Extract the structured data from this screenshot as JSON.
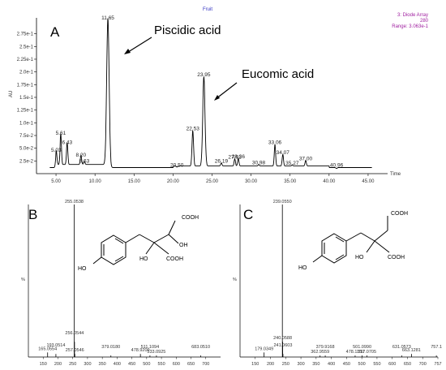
{
  "header": {
    "title": "Fruit",
    "info1": "3: Diode Array",
    "info2": "280",
    "info3": "Range: 3.063e-1"
  },
  "panels": {
    "a": "A",
    "b": "B",
    "c": "C"
  },
  "annotations": {
    "piscidic": "Piscidic acid",
    "eucomic": "Eucomic acid"
  },
  "chem": {
    "cooh": "COOH",
    "ho": "HO",
    "oh": "OH"
  },
  "chart_data": [
    {
      "type": "line",
      "ylabel": "AU",
      "xlabel": "Time",
      "xlim": [
        2.5,
        47.5
      ],
      "ylim": [
        0,
        0.3063
      ],
      "xticks": [
        5.0,
        10.0,
        15.0,
        20.0,
        25.0,
        30.0,
        35.0,
        40.0,
        45.0
      ],
      "xtick_labels": [
        "5.00",
        "10.00",
        "15.00",
        "20.00",
        "25.00",
        "30.00",
        "35.00",
        "40.00",
        "45.00"
      ],
      "yticks": [
        0.025,
        0.05,
        0.075,
        0.1,
        0.125,
        0.15,
        0.175,
        0.2,
        0.225,
        0.25,
        0.275
      ],
      "ytick_labels": [
        "2.5e-2",
        "5.0e-2",
        "7.5e-2",
        "1.0e-1",
        "1.25e-1",
        "1.5e-1",
        "1.75e-1",
        "2.0e-1",
        "2.25e-1",
        "2.5e-1",
        "2.75e-1"
      ],
      "peaks": [
        {
          "label": "5.03",
          "x": 5.03,
          "y": 0.04
        },
        {
          "label": "5.61",
          "x": 5.61,
          "y": 0.073
        },
        {
          "label": "6.43",
          "x": 6.43,
          "y": 0.055
        },
        {
          "label": "8.20",
          "x": 8.2,
          "y": 0.03
        },
        {
          "label": "8.63",
          "x": 8.63,
          "y": 0.018
        },
        {
          "label": "11.65",
          "x": 11.65,
          "y": 0.3
        },
        {
          "label": "20.50",
          "x": 20.5,
          "y": 0.01
        },
        {
          "label": "22.53",
          "x": 22.53,
          "y": 0.082
        },
        {
          "label": "23.95",
          "x": 23.95,
          "y": 0.188
        },
        {
          "label": "26.19",
          "x": 26.19,
          "y": 0.018
        },
        {
          "label": "27.91",
          "x": 27.91,
          "y": 0.026
        },
        {
          "label": "28.36",
          "x": 28.36,
          "y": 0.027
        },
        {
          "label": "30.98",
          "x": 30.98,
          "y": 0.015
        },
        {
          "label": "33.06",
          "x": 33.06,
          "y": 0.055
        },
        {
          "label": "34.07",
          "x": 34.07,
          "y": 0.035
        },
        {
          "label": "35.27",
          "x": 35.27,
          "y": 0.014
        },
        {
          "label": "37.00",
          "x": 37.0,
          "y": 0.023
        },
        {
          "label": "40.96",
          "x": 40.96,
          "y": 0.01
        }
      ]
    },
    {
      "type": "bar",
      "ylabel": "%",
      "xlim": [
        100,
        750
      ],
      "ylim": [
        0,
        100
      ],
      "xticks": [
        150,
        200,
        250,
        300,
        350,
        400,
        450,
        500,
        550,
        600,
        650,
        700
      ],
      "peaks": [
        {
          "label": "165.0554",
          "x": 165.0554,
          "y": 3
        },
        {
          "label": "193.0514",
          "x": 193.0514,
          "y": 2
        },
        {
          "label": "255.0538",
          "x": 255.0538,
          "y": 100
        },
        {
          "label": "256.0544",
          "x": 256.0544,
          "y": 10
        },
        {
          "label": "257.0546",
          "x": 257.0546,
          "y": 2
        },
        {
          "label": "379.0180",
          "x": 379.018,
          "y": 1
        },
        {
          "label": "478.9209",
          "x": 478.9209,
          "y": 2
        },
        {
          "label": "511.1094",
          "x": 511.1094,
          "y": 1
        },
        {
          "label": "533.0925",
          "x": 533.0925,
          "y": 1
        },
        {
          "label": "683.0510",
          "x": 683.051,
          "y": 1
        }
      ]
    },
    {
      "type": "bar",
      "ylabel": "%",
      "xlim": [
        100,
        750
      ],
      "ylim": [
        0,
        100
      ],
      "xticks": [
        150,
        200,
        250,
        300,
        350,
        400,
        450,
        500,
        550,
        600,
        650,
        700,
        750
      ],
      "xtick_labels": [
        "150",
        "200",
        "250",
        "300",
        "350",
        "400",
        "450",
        "500",
        "550",
        "600",
        "650",
        "700",
        "757"
      ],
      "peaks": [
        {
          "label": "179.0349",
          "x": 179.0349,
          "y": 3
        },
        {
          "label": "239.0550",
          "x": 239.055,
          "y": 100
        },
        {
          "label": "240.0588",
          "x": 240.0588,
          "y": 10
        },
        {
          "label": "241.0603",
          "x": 241.0603,
          "y": 2
        },
        {
          "label": "362.9559",
          "x": 362.9559,
          "y": 1
        },
        {
          "label": "379.9168",
          "x": 379.9168,
          "y": 1
        },
        {
          "label": "478.1150",
          "x": 478.115,
          "y": 1
        },
        {
          "label": "501.0990",
          "x": 501.099,
          "y": 1
        },
        {
          "label": "517.0705",
          "x": 517.0705,
          "y": 1
        },
        {
          "label": "631.0573",
          "x": 631.0573,
          "y": 1
        },
        {
          "label": "663.1281",
          "x": 663.1281,
          "y": 2
        },
        {
          "label": "757.1",
          "x": 745,
          "y": 1
        }
      ]
    }
  ]
}
